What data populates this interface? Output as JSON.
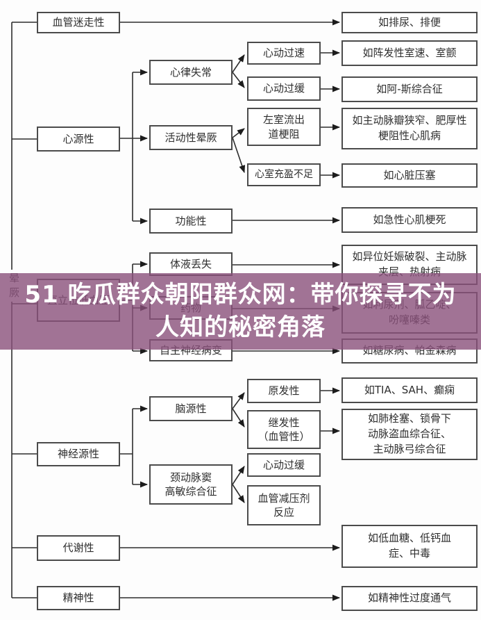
{
  "watermark": {
    "line1": "51 吃瓜群众朝阳群众网：带你探寻不为",
    "line2": "人知的秘密角落",
    "band_color": "#8a507a",
    "text_color": "#ffffff"
  },
  "diagram": {
    "root": "晕厥",
    "nodes": {
      "vasovagal": "血管迷走性",
      "vasovagal_ex": "如排尿、排便",
      "cardiac": "心源性",
      "arrhythmia": "心律失常",
      "tachycardia": "心动过速",
      "tachycardia_ex": "如阵发性室速、室颤",
      "bradycardia": "心动过缓",
      "bradycardia_ex": "如阿-斯综合征",
      "activity_syncope": "活动性晕厥",
      "lvot_obstruction": "左室流出\n道梗阻",
      "lvot_ex": "如主动脉瓣狭窄、肥厚性\n梗阻性心肌病",
      "ventricular_filling": "心室充盈不足",
      "ventricular_filling_ex": "如心脏压塞",
      "functional": "功能性",
      "functional_ex": "如急性心肌梗死",
      "orthostatic": "直立位低血压",
      "fluid_loss": "体液丢失",
      "fluid_loss_ex": "如异位妊娠破裂、主动脉\n夹层、热射病",
      "drugs": "药物",
      "drugs_ex": "如利尿剂、胍乙啶、\n吩噻嗪类",
      "autonomic_neuropathy": "自主神经病变",
      "autonomic_neuropathy_ex": "如糖尿病、帕金森病",
      "neurogenic": "神经源性",
      "cerebral": "脑源性",
      "primary": "原发性",
      "primary_ex": "如TIA、SAH、癫痫",
      "secondary": "继发性\n（血管性）",
      "secondary_ex": "如肺栓塞、锁骨下\n动脉盗血综合征、\n主动脉弓综合征",
      "carotid_sinus": "颈动脉窦\n高敏综合征",
      "carotid_bradycardia": "心动过缓",
      "vasodepressor": "血管减压剂\n反应",
      "metabolic": "代谢性",
      "metabolic_ex": "如低血糖、低钙血\n症、中毒",
      "psychogenic": "精神性",
      "psychogenic_ex": "如精神性过度通气"
    },
    "line_color": "#2d2d2d",
    "box_border_color": "#4b4b4b"
  }
}
